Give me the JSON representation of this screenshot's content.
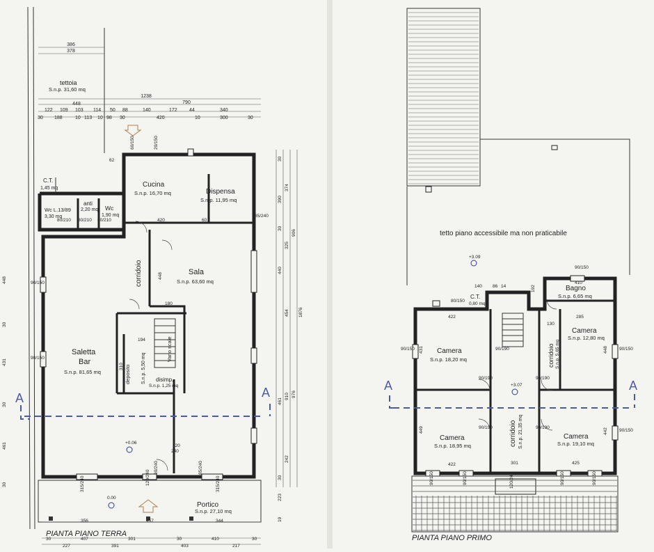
{
  "ground_floor": {
    "caption": "PIANTA PIANO TERRA",
    "rooms": {
      "tettoia": {
        "name": "tettoia",
        "area": "S.n.p. 31,60 mq"
      },
      "ct": {
        "name": "C.T.",
        "area": "1,45 mq"
      },
      "wc_l": {
        "name": "Wc L.13/89",
        "area": "3,30 mq"
      },
      "anti": {
        "name": "anti",
        "area": "2,20 mq"
      },
      "wc": {
        "name": "Wc",
        "area": "1,90 mq"
      },
      "cucina": {
        "name": "Cucina",
        "area": "S.n.p. 16,70 mq"
      },
      "dispensa": {
        "name": "Dispensa",
        "area": "S.n.p. 11,95 mq"
      },
      "corridoio": {
        "name": "corridoio"
      },
      "sala": {
        "name": "Sala",
        "area": "S.n.p. 63,60 mq"
      },
      "saletta": {
        "name": "Saletta",
        "name2": "Bar",
        "area": "S.n.p. 81,65 mq"
      },
      "deposito": {
        "name": "deposito",
        "area": "S.n.p. 5,50 mq"
      },
      "vano_scale": {
        "name": "Vano scale"
      },
      "disimp": {
        "name": "disimp.",
        "area": "S.n.p. 1,25 mq"
      },
      "portico": {
        "name": "Portico",
        "area": "S.n.p. 27,10 mq"
      }
    },
    "levels": {
      "interior": "+0.06",
      "exterior": "0.00"
    },
    "dims_top": {
      "r1": "386",
      "r2": "378",
      "r3": "1238",
      "r4": "790",
      "r5": "448",
      "r6": [
        "122",
        "109",
        "103",
        "114",
        "50",
        "88",
        "140",
        "172",
        "44",
        "340"
      ],
      "r7": [
        "30",
        "188",
        "10",
        "113",
        "10",
        "98",
        "30",
        "420",
        "10",
        "300",
        "30"
      ]
    },
    "dims_bottom": {
      "r1": [
        "356",
        "457",
        "344"
      ],
      "r2": [
        "30",
        "407",
        "301",
        "30",
        "410",
        "30"
      ],
      "r3": [
        "227",
        "391",
        "403",
        "217"
      ]
    },
    "dims_right": [
      "30",
      "390",
      "374",
      "30",
      "325",
      "906",
      "440",
      "454",
      "1876",
      "910",
      "461",
      "976",
      "30",
      "242",
      "223",
      "19"
    ],
    "dims_left": [
      "448",
      "30",
      "431",
      "30",
      "461",
      "30"
    ],
    "openings": [
      "90/150",
      "90/150",
      "120/240",
      "85/240",
      "90/240",
      "315/240",
      "315/240",
      "85/240",
      "60/150",
      "20/150",
      "80/210",
      "80/210",
      "80/210"
    ],
    "misc": [
      "448",
      "420",
      "60",
      "180",
      "194",
      "310",
      "120",
      "240",
      "62"
    ]
  },
  "first_floor": {
    "caption": "PIANTA PIANO PRIMO",
    "roof_note": "tetto piano accessibile ma non praticabile",
    "rooms": {
      "ct": {
        "name": "C.T.",
        "area": "0,80 mq"
      },
      "bagno": {
        "name": "Bagno",
        "area": "S.n.p. 6,65 mq"
      },
      "camera_nw": {
        "name": "Camera",
        "area": "S.n.p. 18,20 mq"
      },
      "camera_ne": {
        "name": "Camera",
        "area": "S.n.p. 12,80 mq"
      },
      "camera_sw": {
        "name": "Camera",
        "area": "S.n.p. 18,95 mq"
      },
      "camera_se": {
        "name": "Camera",
        "area": "S.n.p. 19,10 mq"
      },
      "corridoio_c": {
        "name": "corridoio",
        "area": "S.n.p. 21,35 mq"
      },
      "corridoio_e": {
        "name": "corridoio",
        "area": "S.n.p. 5,65 mq"
      }
    },
    "levels": {
      "roof": "+3.09",
      "floor": "+3.07"
    },
    "dims": [
      "140",
      "86",
      "14",
      "192",
      "410",
      "285",
      "130",
      "422",
      "422",
      "301",
      "425",
      "448",
      "431",
      "449",
      "442",
      "90/150",
      "90/150",
      "80/150",
      "90/190",
      "90/190",
      "90/190",
      "90/190",
      "90/190",
      "120/240",
      "90/150",
      "90/150",
      "90/150",
      "90/150",
      "90/150",
      "90/150"
    ]
  },
  "section_marker": "A"
}
